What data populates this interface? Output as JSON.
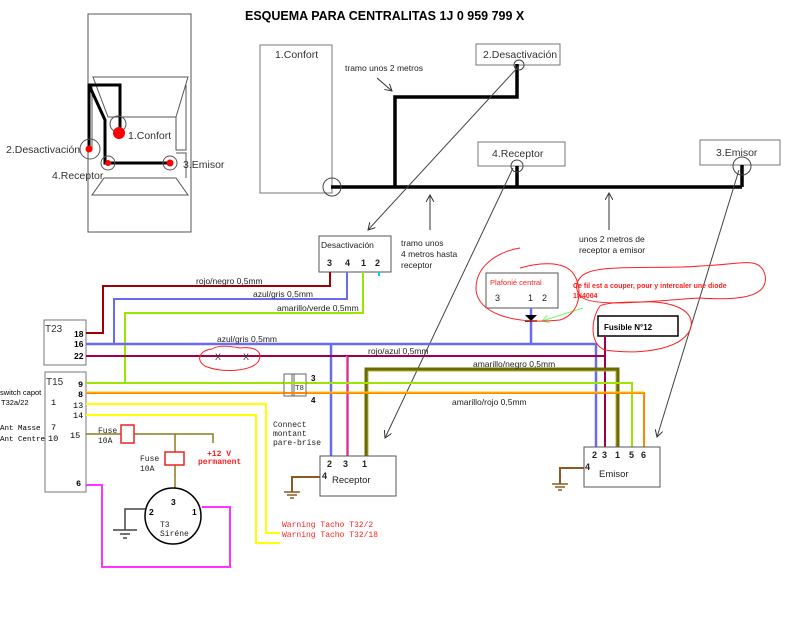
{
  "title": "ESQUEMA PARA CENTRALITAS 1J 0 959 799 X",
  "car_sketch": {
    "confort": "1.Confort",
    "desactivacion": "2.Desactivación",
    "receptor": "4.Receptor",
    "emisor": "3.Emisor"
  },
  "layout_blocks": {
    "confort": "1.Confort",
    "desactivacion": "2.Desactivación",
    "receptor": "4.Receptor",
    "emisor": "3.Emisor"
  },
  "annotations": {
    "tramo_2m": "tramo unos 2 metros",
    "tramo_4m_l1": "tramo unos",
    "tramo_4m_l2": "4 metros hasta",
    "tramo_4m_l3": "receptor",
    "unos_2m_l1": "unos 2 metros de",
    "unos_2m_l2": "receptor a emisor",
    "note_cut_l1": "Ce fil est a couper, pour y intercaler une diode",
    "note_cut_l2": "1N4004",
    "connect_l1": "Connect",
    "connect_l2": "montant",
    "connect_l3": "pare-brise",
    "plus12_l1": "+12 V",
    "plus12_l2": "permanent",
    "warning1": "Warning Tacho T32/2",
    "warning2": "Warning Tacho T32/18"
  },
  "connectors": {
    "desactivacion": {
      "label": "Desactivación",
      "pins": [
        "3",
        "4",
        "1",
        "2"
      ]
    },
    "plafonier": {
      "label": "Plafonié central",
      "pins": [
        "3",
        "1",
        "2"
      ]
    },
    "fusible": {
      "label": "Fusible N°12"
    },
    "t23": {
      "label": "T23",
      "pins": [
        "18",
        "16",
        "22"
      ]
    },
    "t15": {
      "label": "T15",
      "pins_right": [
        "9",
        "8",
        "13",
        "14",
        "15",
        "6"
      ],
      "pins_left": [
        "1",
        "7",
        "10"
      ],
      "side_labels": [
        "switch capot",
        "T32a/22",
        "Ant Masse",
        "Ant Centre"
      ]
    },
    "t8": {
      "label": "T8",
      "pins": [
        "3",
        "4"
      ]
    },
    "receptor": {
      "label": "Receptor",
      "pins": [
        "2",
        "3",
        "1",
        "4"
      ]
    },
    "emisor": {
      "label": "Emisor",
      "pins": [
        "2",
        "3",
        "1",
        "5",
        "6",
        "4"
      ]
    },
    "siren": {
      "label_l1": "T3",
      "label_l2": "Siréne",
      "pins": [
        "3",
        "2",
        "1"
      ]
    },
    "fuse1": {
      "label_l1": "Fuse",
      "label_l2": "10A"
    },
    "fuse2": {
      "label_l1": "Fuse",
      "label_l2": "10A"
    }
  },
  "wires": [
    {
      "label": "rojo/negro 0,5mm",
      "color": "#a00000"
    },
    {
      "label": "azul/gris 0,5mm",
      "color": "#6a6af0"
    },
    {
      "label": "amarillo/verde 0,5mm",
      "color": "#99e600"
    },
    {
      "label": "azul/gris 0,5mm",
      "color": "#6a6af0"
    },
    {
      "label": "rojo/azul 0,5mm",
      "color": "#a0004a"
    },
    {
      "label": "amarillo/negro 0,5mm",
      "color": "#6b6b00"
    },
    {
      "label": "amarillo/rojo 0,5mm",
      "color": "#ff8800"
    }
  ],
  "colors": {
    "annotation_red": "#ff2020",
    "wire_yellow": "#ffff00",
    "wire_magenta": "#ff33ff",
    "wire_brown": "#8a5a20",
    "wire_olive": "#8a7a20",
    "diode_green": "#66ff66"
  }
}
